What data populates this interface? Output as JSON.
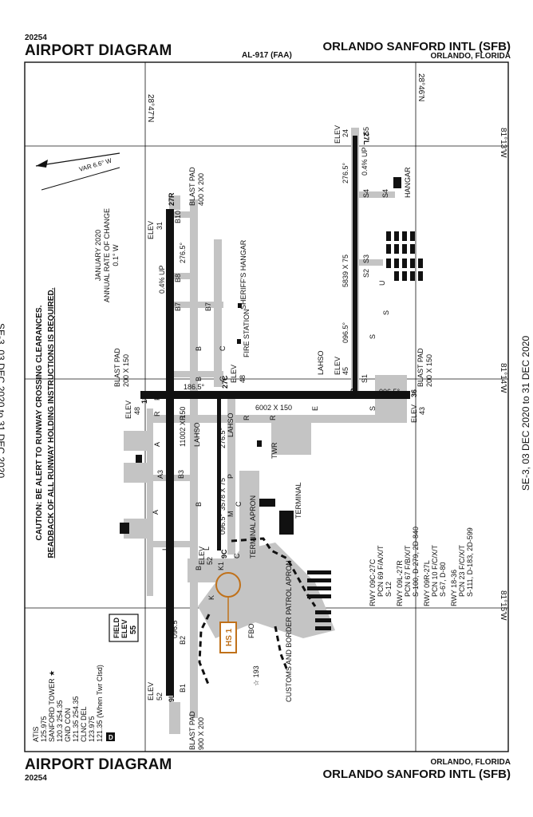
{
  "header_top": {
    "volume": "20254",
    "title": "AIRPORT DIAGRAM",
    "ref": "AL-917 (FAA)",
    "airport": "ORLANDO SANFORD INTL (SFB)",
    "city": "ORLANDO, FLORIDA"
  },
  "header_bottom": {
    "volume": "20254",
    "title": "AIRPORT DIAGRAM",
    "city": "ORLANDO, FLORIDA",
    "airport": "ORLANDO SANFORD INTL (SFB)"
  },
  "side": {
    "left": "SE-3, 03 DEC 2020 to 31 DEC 2020",
    "right": "SE-3, 03 DEC 2020 to 31 DEC 2020"
  },
  "graticule": {
    "lat_top": "28°47'N",
    "lat_right": "28°46'N",
    "lon_1": "81°13'W",
    "lon_2": "81°14'W",
    "lon_3": "81°15'W"
  },
  "caution": {
    "line1": "CAUTION: BE ALERT TO RUNWAY CROSSING CLEARANCES.",
    "line2": "READBACK OF ALL RUNWAY HOLDING INSTRUCTIONS IS REQUIRED."
  },
  "variation": "VAR 6.6° W",
  "change": {
    "line1": "JANUARY 2020",
    "line2": "ANNUAL RATE OF CHANGE",
    "line3": "0.1° W"
  },
  "comms": [
    "ATIS",
    "125.975",
    "SANFORD TOWER ★",
    "120.3 254.35",
    "GND CON",
    "121.35 254.35",
    "CLNC DEL",
    "123.975",
    "121.35 (When Twr Clsd)"
  ],
  "comms_badge": "D",
  "field_elev": {
    "label1": "FIELD",
    "label2": "ELEV",
    "value": "55"
  },
  "runways": {
    "r9l": {
      "dims": "11002 X 150",
      "heading_a": "096.5°",
      "heading_b": "276.5°",
      "slope": "0.4% UP",
      "num_start": "9L",
      "num_end": "27R",
      "elev_start_lbl": "ELEV",
      "elev_start": "52",
      "elev_end_lbl": "ELEV",
      "elev_end": "31",
      "blast_start": "BLAST PAD",
      "blast_start_dims": "900 X 200",
      "blast_end": "BLAST PAD",
      "blast_end_dims": "400 X 200"
    },
    "r9c": {
      "dims": "3578 X 75",
      "heading_a": "096.5°",
      "heading_b": "276.5°",
      "num_start": "9C",
      "num_end": "27C",
      "elev_start_lbl": "ELEV",
      "elev_start": "52",
      "elev_end_lbl": "ELEV",
      "elev_end": "48"
    },
    "r9r": {
      "dims": "5839 X 75",
      "heading_a": "096.5°",
      "heading_b": "276.5°",
      "slope": "0.4% UP",
      "num_start": "9R",
      "num_end": "27L",
      "elev_start_lbl": "ELEV",
      "elev_start": "45",
      "elev_end_lbl": "ELEV",
      "elev_end": "24"
    },
    "r18": {
      "dims": "6002 X 150",
      "heading_a": "186.5°",
      "heading_b": "006.5°",
      "num_start": "18",
      "num_end": "36",
      "elev_start_lbl": "ELEV",
      "elev_start": "48",
      "elev_end_lbl": "ELEV",
      "elev_end": "43",
      "blast_start": "BLAST PAD",
      "blast_start_dims": "200 X 150",
      "blast_end": "BLAST PAD",
      "blast_end_dims": "200 X 150"
    }
  },
  "lahso": [
    "LAHSO",
    "LAHSO",
    "LAHSO"
  ],
  "taxiways": [
    "B10",
    "B8",
    "B7",
    "B7",
    "B",
    "C",
    "B",
    "C",
    "R",
    "R",
    "R",
    "E",
    "S",
    "S",
    "S",
    "S1",
    "S2",
    "S3",
    "S4",
    "S4",
    "S5",
    "U",
    "A",
    "A3",
    "B3",
    "B",
    "C",
    "B",
    "C",
    "P",
    "M",
    "L",
    "L",
    "K1",
    "K",
    "B2",
    "B1",
    "A",
    "F",
    "R"
  ],
  "buildings": {
    "sheriff": "SHERIFF'S HANGAR",
    "fire": "FIRE STATION",
    "hangar": "HANGAR",
    "twr": "TWR",
    "terminal": "TERMINAL",
    "terminal_apron": "TERMINAL APRON",
    "fbo": "FBO",
    "customs": "CUSTOMS AND BORDER PATROL APRON",
    "obstacle": "☆ 193"
  },
  "hot_spot": "HS 1",
  "pcn": [
    "RWY 09C-27C",
    "PCN 69 F/A/X/T",
    "S-12",
    "RWY 09L-27R",
    "PCN 67 F/B/X/T",
    "S-100, D-279, 2D-840",
    "RWY 09R-27L",
    "PCN 10 F/C/X/T",
    "S-67, D-80",
    "RWY 18-36",
    "PCN 23 F/C/X/T",
    "S-111, D-183, 2D-599"
  ],
  "colors": {
    "ink": "#111111",
    "pavement": "#c4c4c4",
    "hotspot": "#c0711a"
  }
}
